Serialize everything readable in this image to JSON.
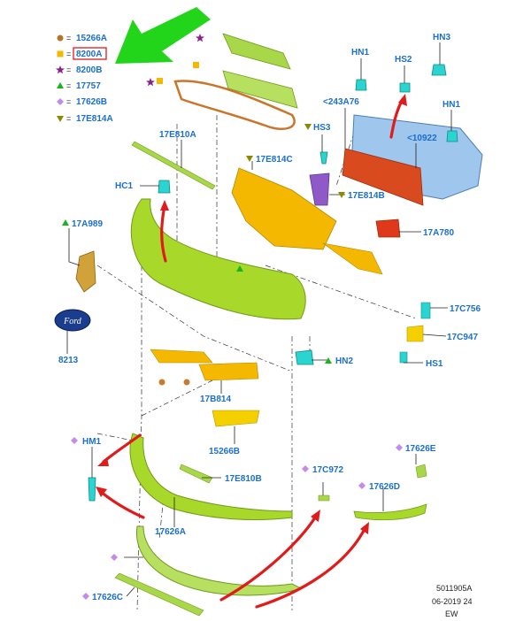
{
  "legend": [
    {
      "symbol": "circle",
      "color": "#b8732a",
      "code": "15266A",
      "highlighted": false
    },
    {
      "symbol": "square",
      "color": "#f5b800",
      "code": "8200A",
      "highlighted": true
    },
    {
      "symbol": "star",
      "color": "#8b1f8f",
      "code": "8200B",
      "highlighted": false
    },
    {
      "symbol": "triangle-up",
      "color": "#1ab51a",
      "code": "17757",
      "highlighted": false
    },
    {
      "symbol": "diamond",
      "color": "#c58be8",
      "code": "17626B",
      "highlighted": false
    },
    {
      "symbol": "triangle-down",
      "color": "#8a8a00",
      "code": "17E814A",
      "highlighted": false
    }
  ],
  "callouts": {
    "hn1_top": "HN1",
    "hn3": "HN3",
    "hs2": "HS2",
    "hn1_right": "HN1",
    "c243a76": "<243A76",
    "c10922": "<10922",
    "hs3": "HS3",
    "c17e810a": "17E810A",
    "c17e814c": "17E814C",
    "c17e814b": "17E814B",
    "hc1": "HC1",
    "c17a989": "17A989",
    "c17a780": "17A780",
    "c8213": "8213",
    "c17c756": "17C756",
    "c17c947": "17C947",
    "hs1": "HS1",
    "hn2": "HN2",
    "c17b814": "17B814",
    "c15266b": "15266B",
    "hm1": "HM1",
    "c17e810b": "17E810B",
    "c17c972": "17C972",
    "c17626e": "17626E",
    "c17626d": "17626D",
    "c17626a": "17626A",
    "c17626c": "17626C"
  },
  "badge_text": "Ford",
  "footer": {
    "ref": "5011905A",
    "date": "06-2019 24",
    "code": "EW"
  }
}
